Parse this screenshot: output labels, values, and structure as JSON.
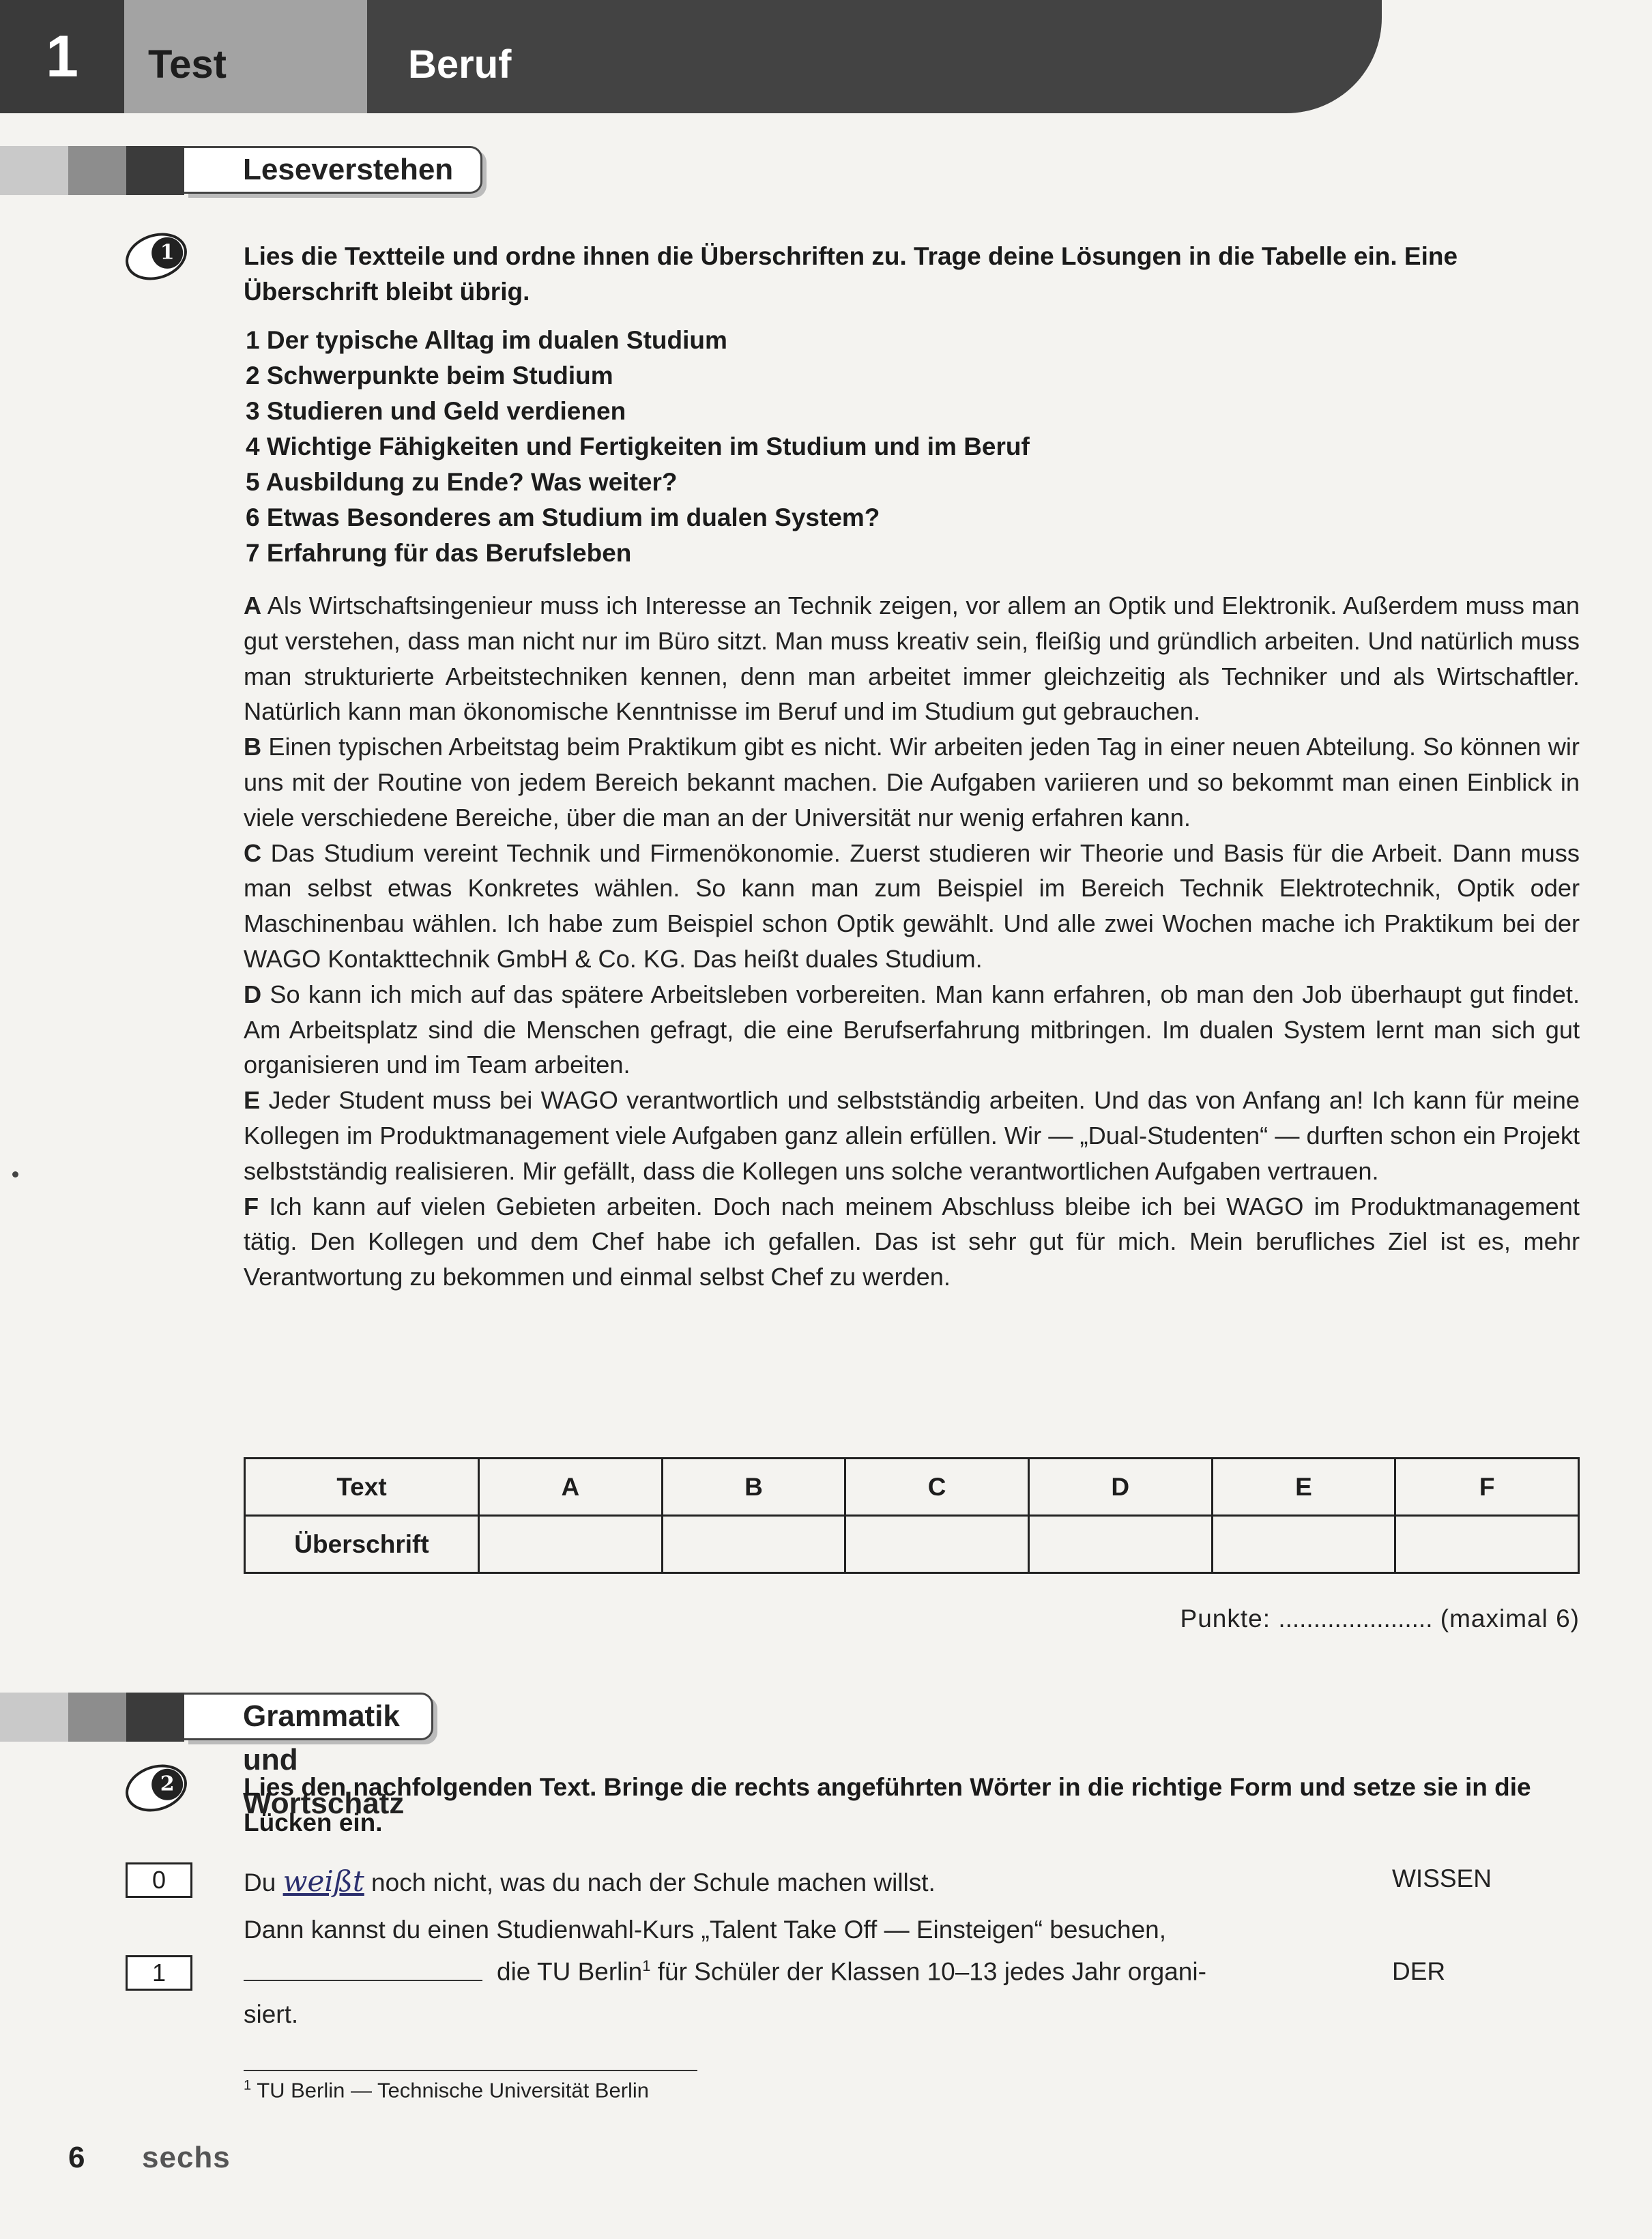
{
  "header": {
    "chapter_number": "1",
    "chapter_label": "Test",
    "chapter_topic": "Beruf"
  },
  "section1": {
    "title": "Leseverstehen",
    "exercise_number": "1",
    "instruction": "Lies die Textteile und ordne ihnen die Überschriften zu. Trage deine Lösungen in die Tabelle ein. Eine Überschrift bleibt übrig.",
    "headings": [
      "1 Der typische Alltag im dualen Studium",
      "2 Schwerpunkte beim Studium",
      "3 Studieren und Geld verdienen",
      "4 Wichtige Fähigkeiten und Fertigkeiten im Studium und im Beruf",
      "5 Ausbildung zu Ende? Was weiter?",
      "6 Etwas Besonderes am Studium im dualen System?",
      "7 Erfahrung für das Berufsleben"
    ],
    "texts": [
      {
        "letter": "A",
        "body": "Als Wirtschaftsingenieur muss ich Interesse an Technik zeigen, vor allem an Optik und Elektronik. Außerdem muss man gut verstehen, dass man nicht nur im Büro sitzt. Man muss kreativ sein, fleißig und gründlich arbeiten. Und natürlich muss man strukturierte Arbeitstechniken kennen, denn man arbeitet immer gleichzeitig als Techniker und als Wirtschaftler. Natürlich kann man ökonomische Kenntnisse im Beruf und im Studium gut gebrauchen."
      },
      {
        "letter": "B",
        "body": "Einen typischen Arbeitstag beim Praktikum gibt es nicht. Wir arbeiten jeden Tag in einer neuen Abtei­lung. So können wir uns mit der Routine von jedem Bereich bekannt machen. Die Aufgaben variieren und so bekommt man einen Einblick in viele verschiedene Bereiche, über die man an der Universität nur wenig erfahren kann."
      },
      {
        "letter": "C",
        "body": "Das Studium vereint Technik und Firmenökonomie. Zuerst studieren wir Theorie und Basis für die Arbeit. Dann muss man selbst etwas Konkretes wählen. So kann man zum Beispiel im Bereich Technik Elektrotechnik, Optik oder Maschinenbau wählen. Ich habe zum Beispiel schon Optik gewählt. Und alle zwei Wochen mache ich Praktikum bei der WAGO Kontakttechnik GmbH & Co. KG. Das heißt duales Studium."
      },
      {
        "letter": "D",
        "body": "So kann ich mich auf das spätere Arbeitsleben vorbereiten. Man kann erfahren, ob man den Job überhaupt gut findet. Am Arbeitsplatz sind die Menschen gefragt, die eine Berufserfahrung mitbringen. Im dualen System lernt man sich gut organisieren und im Team arbeiten."
      },
      {
        "letter": "E",
        "body": "Jeder Student muss bei WAGO verantwortlich und selbstständig arbeiten. Und das von Anfang an! Ich kann für meine Kollegen im Produktmanagement viele Aufgaben ganz allein erfüllen. Wir — „Dual-Stu­denten“ — durften schon ein Projekt selbstständig realisieren. Mir gefällt, dass die Kollegen uns solche verantwortlichen Aufgaben vertrauen."
      },
      {
        "letter": "F",
        "body": "Ich kann auf vielen Gebieten arbeiten. Doch nach meinem Abschluss bleibe ich bei WAGO im Produkt­management tätig. Den Kollegen und dem Chef habe ich gefallen. Das ist sehr gut für mich. Mein be­rufliches Ziel ist es, mehr Verantwortung zu bekommen und einmal selbst Chef zu werden."
      }
    ],
    "table": {
      "row1_label": "Text",
      "row2_label": "Überschrift",
      "columns": [
        "A",
        "B",
        "C",
        "D",
        "E",
        "F"
      ]
    },
    "score_label": "Punkte:",
    "score_dots": "......................",
    "score_max": "(maximal 6)"
  },
  "section2": {
    "title": "Grammatik und Wortschatz",
    "exercise_number": "2",
    "instruction": "Lies den nachfolgenden Text. Bringe die rechts angeführten Wörter in die richtige Form und setze sie in die Lücken ein.",
    "item0_number": "0",
    "item0_before": "Du",
    "item0_answer": "weißt",
    "item0_after": "noch nicht, was du nach der Schule machen willst.",
    "item0_word": "WISSEN",
    "line_intro": "Dann kannst du einen Studienwahl-Kurs „Talent Take Off — Einsteigen“ besuchen,",
    "item1_number": "1",
    "item1_text_a": "die TU Berlin",
    "item1_fn": "1",
    "item1_text_b": "für Schüler der Klassen 10–13 jedes Jahr organi-",
    "item1_word": "DER",
    "line_end": "siert."
  },
  "footnote": {
    "marker": "1",
    "text": "TU Berlin — Technische Universität Berlin"
  },
  "footer": {
    "page_number": "6",
    "page_word": "sechs"
  }
}
